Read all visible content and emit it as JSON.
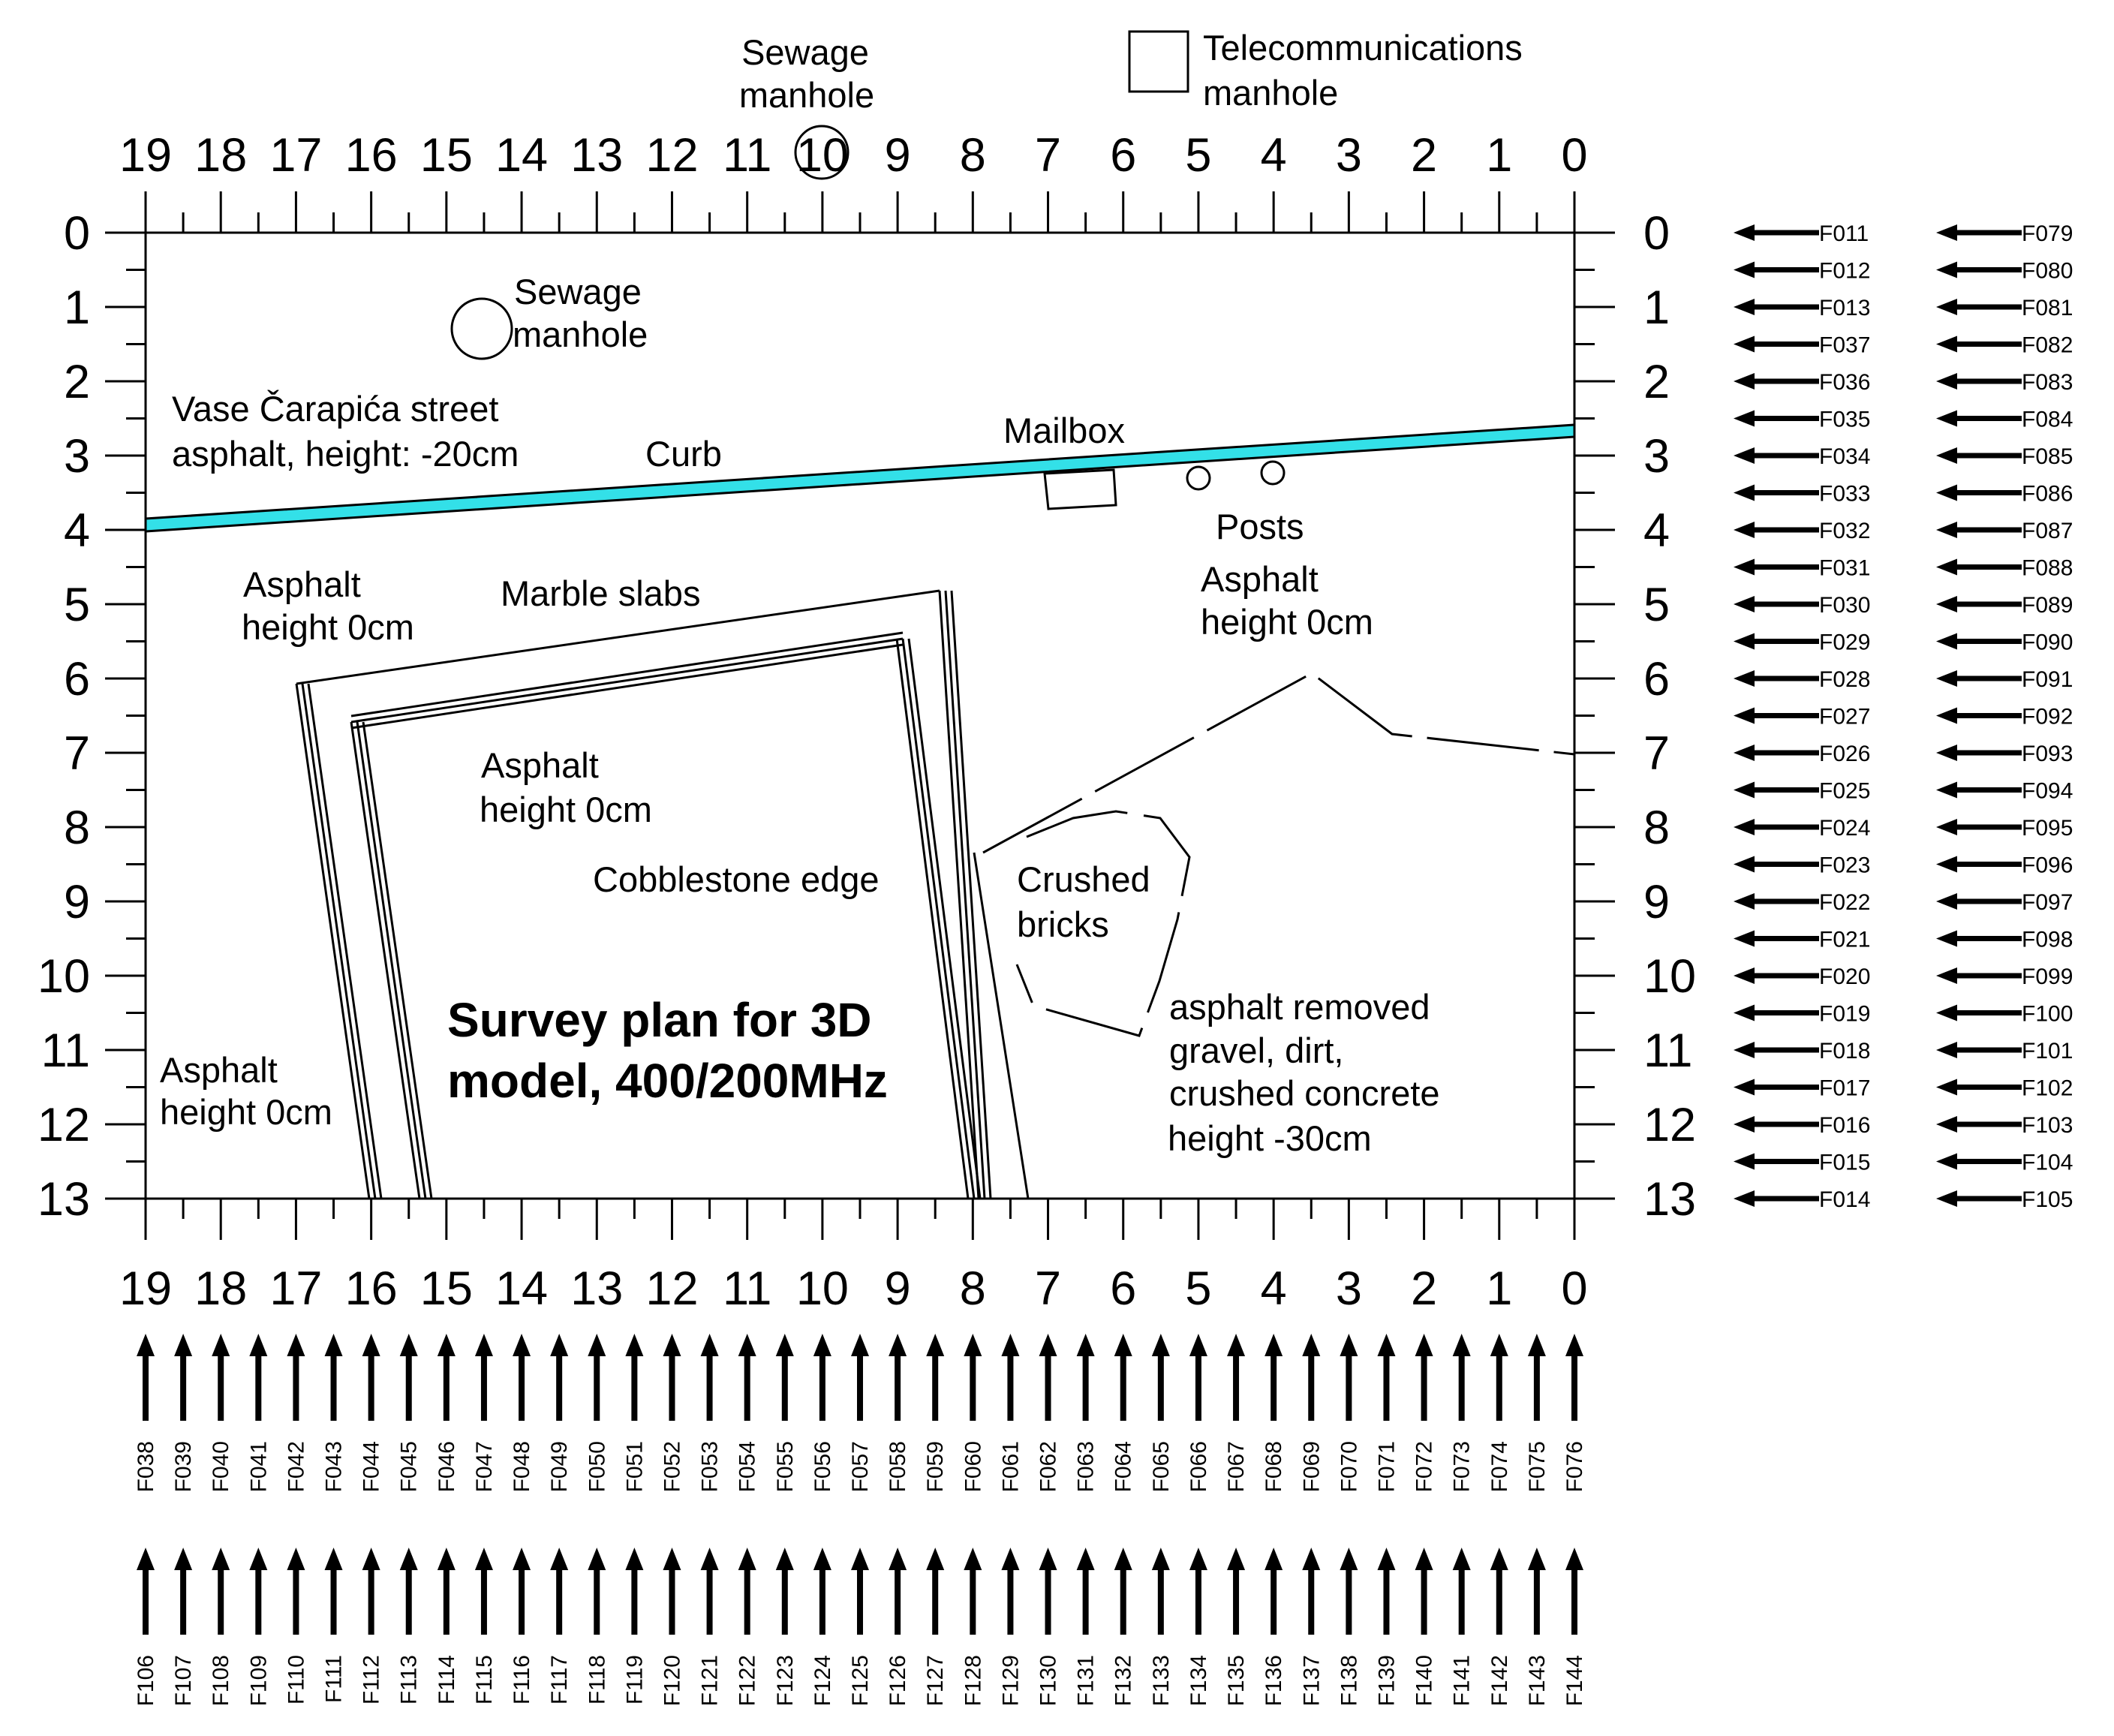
{
  "title_lines": [
    "Survey plan for 3D",
    "model, 400/200MHz"
  ],
  "axis": {
    "x_ticks": [
      "19",
      "18",
      "17",
      "16",
      "15",
      "14",
      "13",
      "12",
      "11",
      "10",
      "9",
      "8",
      "7",
      "6",
      "5",
      "4",
      "3",
      "2",
      "1",
      "0"
    ],
    "y_ticks": [
      "0",
      "1",
      "2",
      "3",
      "4",
      "5",
      "6",
      "7",
      "8",
      "9",
      "10",
      "11",
      "12",
      "13"
    ]
  },
  "legend": {
    "sewage_manhole": [
      "Sewage",
      "manhole"
    ],
    "telecom_manhole": [
      "Telecommunications",
      "manhole"
    ]
  },
  "labels": {
    "sewage_manhole_on_map": [
      "Sewage",
      "manhole"
    ],
    "street": [
      "Vase Čarapića street",
      "asphalt, height: -20cm"
    ],
    "curb": "Curb",
    "mailbox": "Mailbox",
    "posts": "Posts",
    "asphalt_right": [
      "Asphalt",
      "height 0cm"
    ],
    "asphalt_left_top": [
      "Asphalt",
      "height 0cm"
    ],
    "marble_slabs": "Marble slabs",
    "asphalt_inner": [
      "Asphalt",
      "height 0cm"
    ],
    "cobblestone_edge": "Cobblestone edge",
    "crushed_bricks": [
      "Crushed",
      "bricks"
    ],
    "removed_zone": [
      "asphalt removed",
      "gravel, dirt,",
      "crushed concrete",
      "height -30cm"
    ],
    "asphalt_left_bottom": [
      "Asphalt",
      "height 0cm"
    ]
  },
  "profiles": {
    "right_col1": [
      "F011",
      "F012",
      "F013",
      "F037",
      "F036",
      "F035",
      "F034",
      "F033",
      "F032",
      "F031",
      "F030",
      "F029",
      "F028",
      "F027",
      "F026",
      "F025",
      "F024",
      "F023",
      "F022",
      "F021",
      "F020",
      "F019",
      "F018",
      "F017",
      "F016",
      "F015",
      "F014"
    ],
    "right_col2": [
      "F079",
      "F080",
      "F081",
      "F082",
      "F083",
      "F084",
      "F085",
      "F086",
      "F087",
      "F088",
      "F089",
      "F090",
      "F091",
      "F092",
      "F093",
      "F094",
      "F095",
      "F096",
      "F097",
      "F098",
      "F099",
      "F100",
      "F101",
      "F102",
      "F103",
      "F104",
      "F105"
    ],
    "bottom_row1": [
      "F038",
      "F039",
      "F040",
      "F041",
      "F042",
      "F043",
      "F044",
      "F045",
      "F046",
      "F047",
      "F048",
      "F049",
      "F050",
      "F051",
      "F052",
      "F053",
      "F054",
      "F055",
      "F056",
      "F057",
      "F058",
      "F059",
      "F060",
      "F061",
      "F062",
      "F063",
      "F064",
      "F065",
      "F066",
      "F067",
      "F068",
      "F069",
      "F070",
      "F071",
      "F072",
      "F073",
      "F074",
      "F075",
      "F076"
    ],
    "bottom_row2": [
      "F106",
      "F107",
      "F108",
      "F109",
      "F110",
      "F111",
      "F112",
      "F113",
      "F114",
      "F115",
      "F116",
      "F117",
      "F118",
      "F119",
      "F120",
      "F121",
      "F122",
      "F123",
      "F124",
      "F125",
      "F126",
      "F127",
      "F128",
      "F129",
      "F130",
      "F131",
      "F132",
      "F133",
      "F134",
      "F135",
      "F136",
      "F137",
      "F138",
      "F139",
      "F140",
      "F141",
      "F142",
      "F143",
      "F144"
    ]
  },
  "colors": {
    "curb": "#33e0e8",
    "line": "#000000"
  }
}
